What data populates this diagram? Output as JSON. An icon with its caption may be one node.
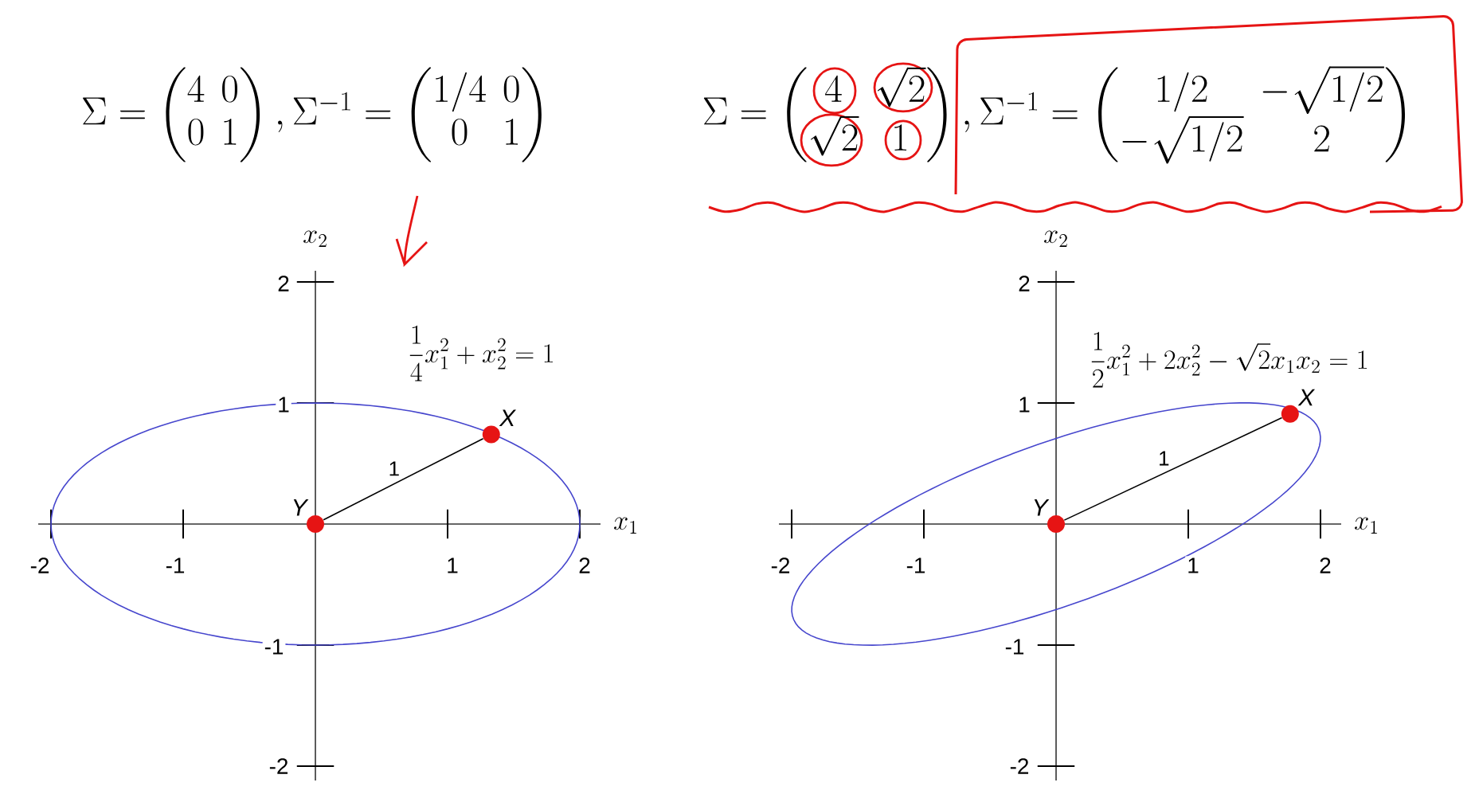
{
  "diagram": {
    "nodes": [
      {
        "text": [],
        "shape": "circle",
        "beside": [
          "Y"
        ]
      },
      {
        "text": [],
        "shape": "circle",
        "beside": [
          "X"
        ]
      },
      {
        "text": [],
        "shape": "circle",
        "beside": [
          "Y"
        ]
      },
      {
        "text": [],
        "shape": "circle",
        "beside": [
          "X"
        ]
      }
    ],
    "edges": [
      {
        "from": 0,
        "to": 1,
        "arrow": "none",
        "label": "1"
      },
      {
        "from": 2,
        "to": 3,
        "arrow": "none",
        "label": "1"
      }
    ],
    "labels": [
      "\\Sigma=\\begin{pmatrix}4 & 0\\\\ 0 & 1\\end{pmatrix},\\Sigma^{-1}=\\begin{pmatrix}1/4 & 0\\\\ 0 & 1\\end{pmatrix}",
      "\\Sigma=\\begin{pmatrix}4 & \\sqrt{2}\\\\ \\sqrt{2} & 1\\end{pmatrix},\\Sigma^{-1}=\\begin{pmatrix}1/2 & -\\sqrt{1/2}\\\\ -\\sqrt{1/2} & 2\\end{pmatrix}",
      "x_2",
      "2",
      "\\frac{1}{4}x_1^2+x_2^2=1",
      "1",
      "x_1",
      "-2",
      "-1",
      "1",
      "2",
      "-1",
      "-2",
      "x_2",
      "2",
      "\\frac{1}{2}x_1^2+2x_2^2-\\sqrt{2}x_1x_2=1",
      "1",
      "x_1",
      "-2",
      "-1",
      "1",
      "2",
      "-1",
      "-2"
    ]
  }
}
